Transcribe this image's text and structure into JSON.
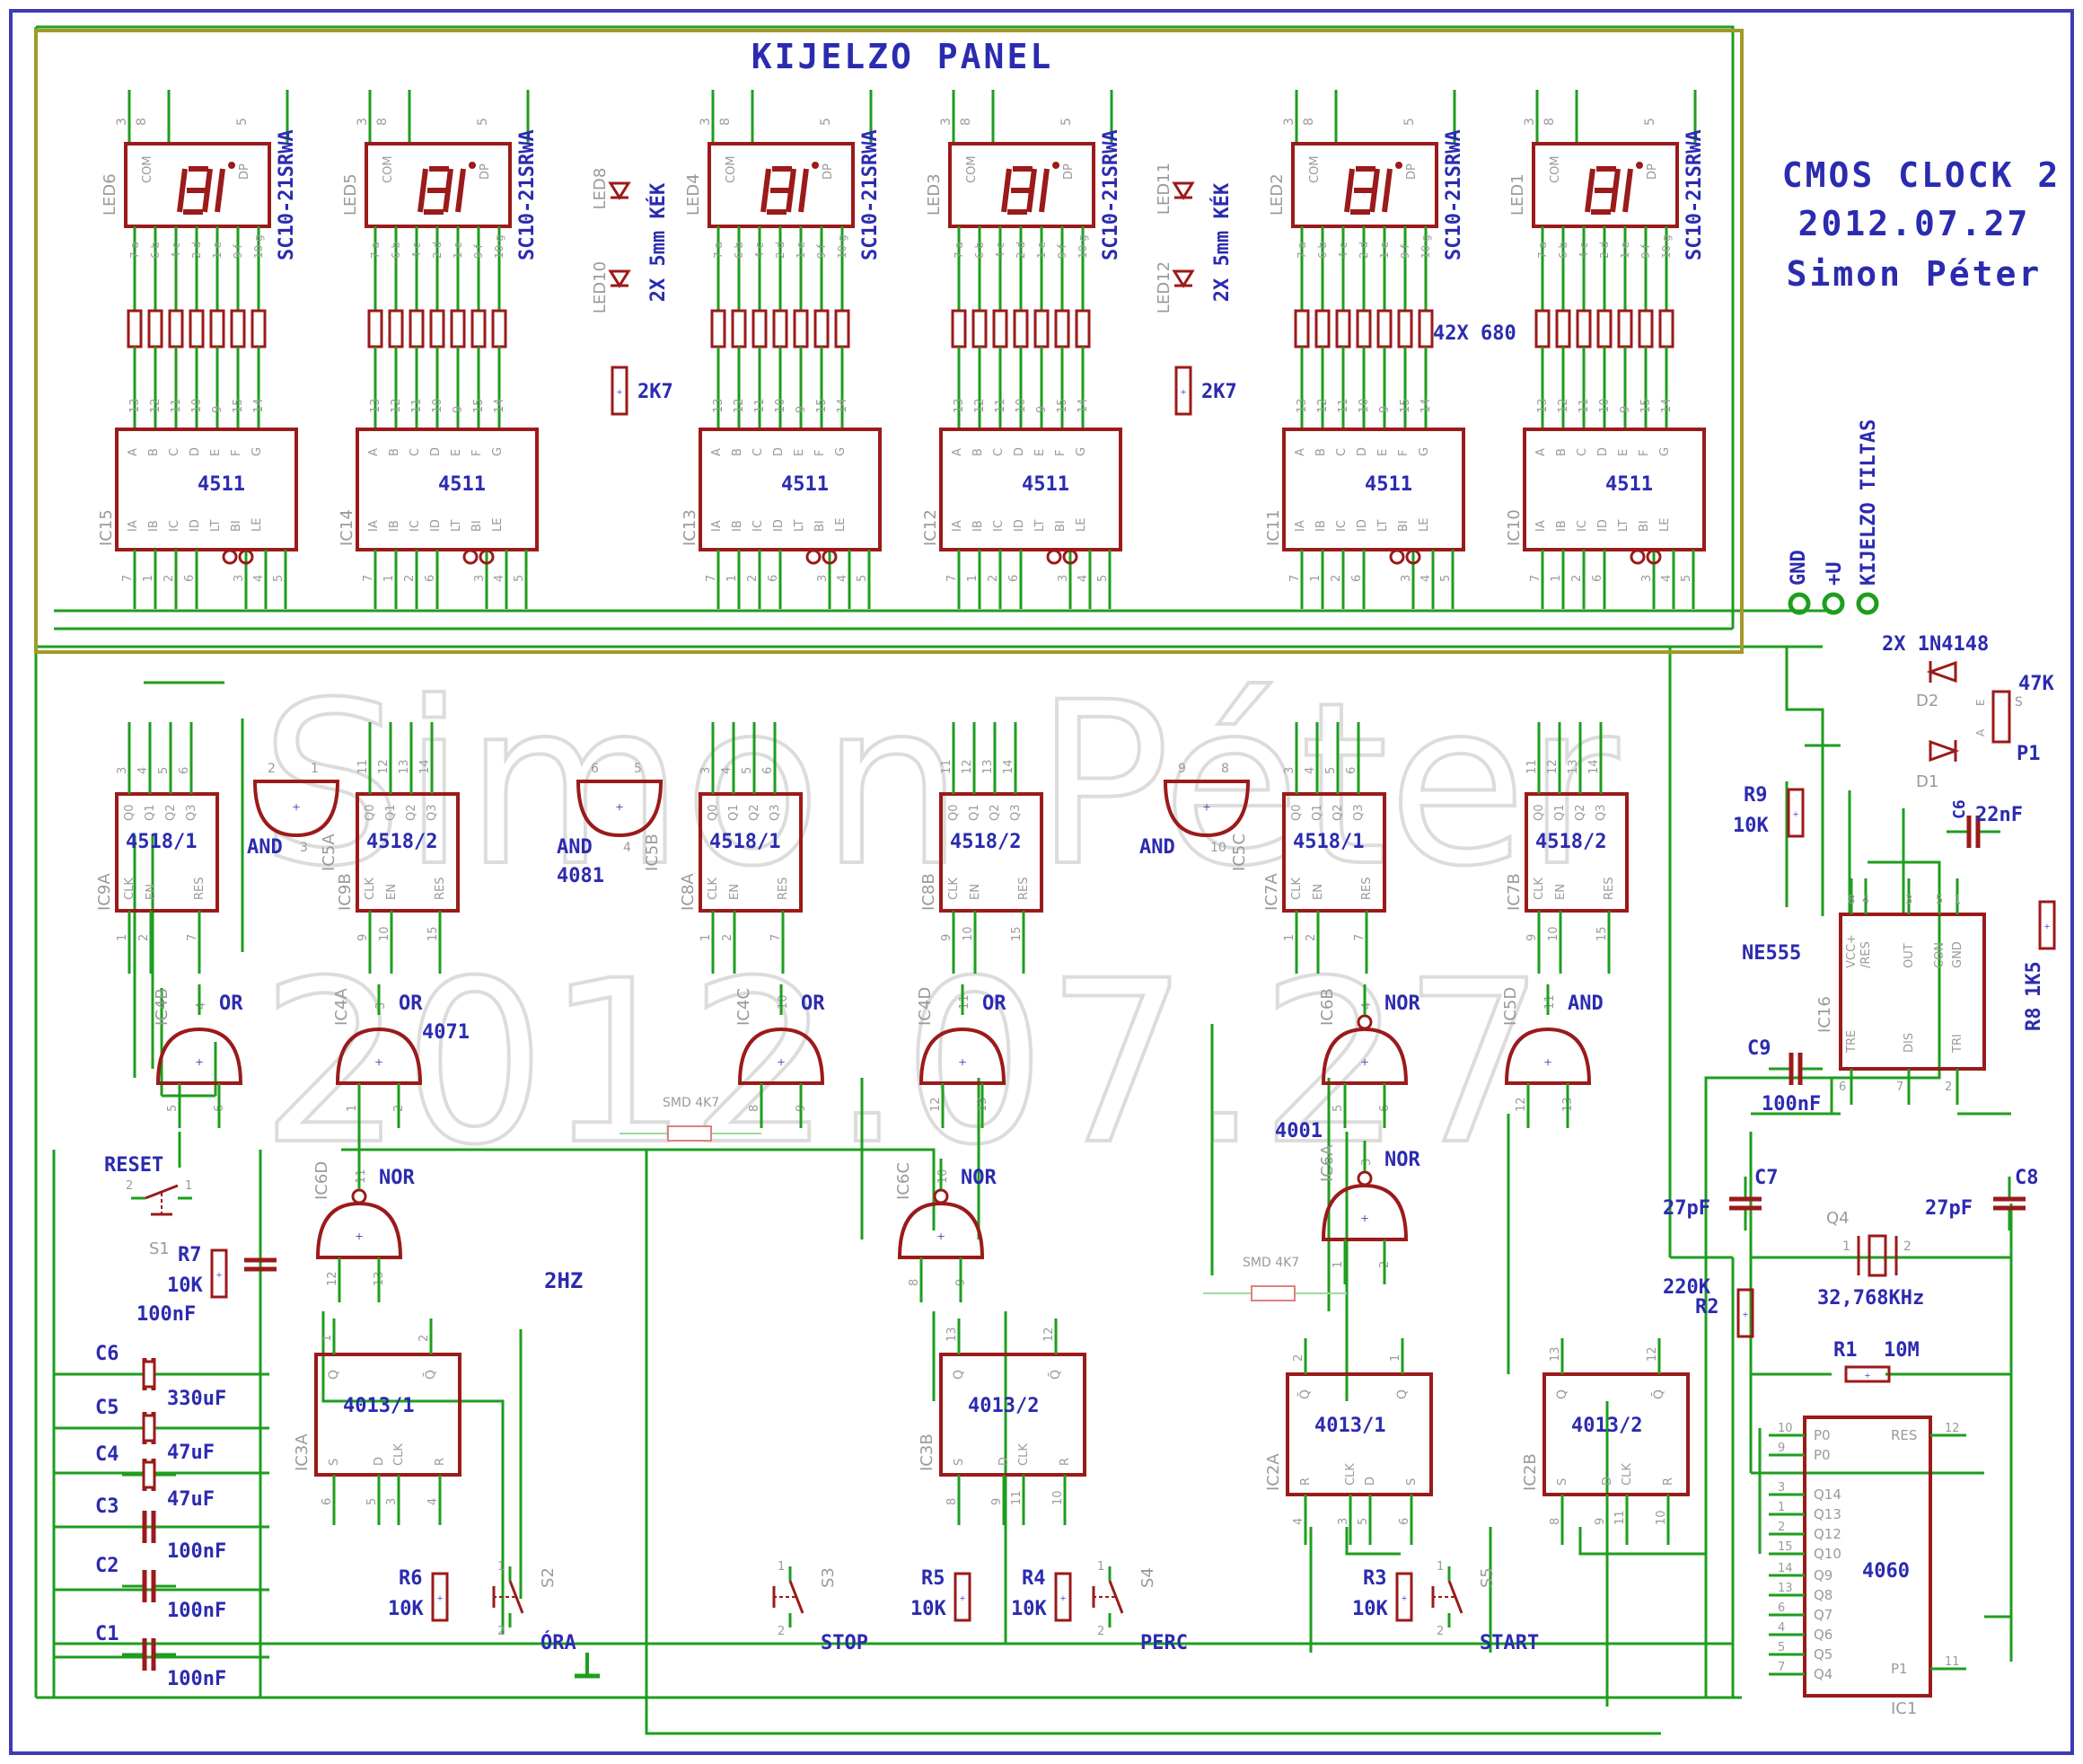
{
  "panel": {
    "title": "KIJELZO PANEL"
  },
  "title_block": {
    "line1": "CMOS CLOCK 2",
    "line2": "2012.07.27",
    "line3": "Simon Péter"
  },
  "watermark": {
    "line1": "Simon Péter",
    "line2": "2012.07.27"
  },
  "colors": {
    "wire": "#1e9e1e",
    "part": "#9b1a1a",
    "label": "#2b2bb0",
    "panel_border": "#a09a28",
    "frame": "#3c3cb4"
  },
  "display": {
    "part_number": "SC10-21SRWA",
    "pin_header": [
      "3",
      "8",
      "5"
    ],
    "pin_header_names": [
      "COM",
      "DP"
    ],
    "pin_bottom": [
      "7 a",
      "6 b",
      "4 c",
      "2 d",
      "1 e",
      "9 f",
      "10 g"
    ],
    "refs": [
      "LED6",
      "LED5",
      "LED4",
      "LED3",
      "LED2",
      "LED1"
    ]
  },
  "decoder": {
    "type": "4511",
    "refs": [
      "IC15",
      "IC14",
      "IC13",
      "IC12",
      "IC11",
      "IC10"
    ],
    "top_pins": [
      "13",
      "12",
      "11",
      "10",
      "9",
      "15",
      "14"
    ],
    "top_names": [
      "A",
      "B",
      "C",
      "D",
      "E",
      "F",
      "G"
    ],
    "bottom_names": [
      "IA",
      "IB",
      "IC",
      "ID",
      "LT",
      "BI",
      "LE"
    ],
    "bottom_pins": [
      "7",
      "1",
      "2",
      "6",
      "3",
      "4",
      "5"
    ]
  },
  "resistor_arrays": {
    "label": "42X 680"
  },
  "leds": {
    "left": {
      "top": "LED8",
      "bottom": "LED10",
      "resistor": "2K7"
    },
    "right": {
      "top": "LED11",
      "bottom": "LED12",
      "resistor": "2K7"
    },
    "label": "2X 5mm KÉK"
  },
  "connector": [
    "GND",
    "+U",
    "KIJELZO TILTAS"
  ],
  "counters": [
    {
      "ref": "IC9A",
      "name": "4518/1",
      "top": [
        "3",
        "4",
        "5",
        "6"
      ],
      "bottom": [
        "1",
        "2",
        "7"
      ]
    },
    {
      "ref": "IC9B",
      "name": "4518/2",
      "top": [
        "11",
        "12",
        "13",
        "14"
      ],
      "bottom": [
        "9",
        "10",
        "15"
      ]
    },
    {
      "ref": "IC8A",
      "name": "4518/1",
      "top": [
        "3",
        "4",
        "5",
        "6"
      ],
      "bottom": [
        "1",
        "2",
        "7"
      ]
    },
    {
      "ref": "IC8B",
      "name": "4518/2",
      "top": [
        "11",
        "12",
        "13",
        "14"
      ],
      "bottom": [
        "9",
        "10",
        "15"
      ]
    },
    {
      "ref": "IC7A",
      "name": "4518/1",
      "top": [
        "3",
        "4",
        "5",
        "6"
      ],
      "bottom": [
        "1",
        "2",
        "7"
      ]
    },
    {
      "ref": "IC7B",
      "name": "4518/2",
      "top": [
        "11",
        "12",
        "13",
        "14"
      ],
      "bottom": [
        "9",
        "10",
        "15"
      ]
    }
  ],
  "counter_pin_names": {
    "top": [
      "Q0",
      "Q1",
      "Q2",
      "Q3"
    ],
    "bottom": [
      "CLK",
      "EN",
      "RES"
    ]
  },
  "and_gates": [
    {
      "ref": "IC5A",
      "label": "AND",
      "pins": [
        "2",
        "1",
        "3"
      ]
    },
    {
      "ref": "IC5B",
      "label": "AND",
      "pins": [
        "6",
        "5",
        "4"
      ],
      "part": "4081"
    },
    {
      "ref": "IC5C",
      "label": "AND",
      "pins": [
        "9",
        "8",
        "10"
      ]
    }
  ],
  "or_gates": [
    {
      "ref": "IC4B",
      "label": "OR",
      "pins": [
        "4",
        "5",
        "6"
      ]
    },
    {
      "ref": "IC4A",
      "label": "OR",
      "pins": [
        "3",
        "1",
        "2"
      ],
      "part": "4071"
    },
    {
      "ref": "IC4C",
      "label": "OR",
      "pins": [
        "10",
        "8",
        "9"
      ]
    },
    {
      "ref": "IC4D",
      "label": "OR",
      "pins": [
        "11",
        "12",
        "13"
      ]
    },
    {
      "ref": "IC6B",
      "label": "NOR",
      "pins": [
        "4",
        "5",
        "6"
      ],
      "part": "4001"
    },
    {
      "ref": "IC5D",
      "label": "AND",
      "pins": [
        "11",
        "12",
        "13"
      ]
    },
    {
      "ref": "IC6D",
      "label": "NOR",
      "pins": [
        "11",
        "12",
        "13"
      ]
    },
    {
      "ref": "IC6C",
      "label": "NOR",
      "pins": [
        "10",
        "8",
        "9"
      ]
    },
    {
      "ref": "IC6A",
      "label": "NOR",
      "pins": [
        "3",
        "1",
        "2"
      ]
    }
  ],
  "smd": [
    "SMD 4K7",
    "SMD 4K7"
  ],
  "net_2hz": "2HZ",
  "flipflops": [
    {
      "ref": "IC3A",
      "name": "4013/1",
      "top": [
        "1",
        "2"
      ],
      "bottom": [
        "6",
        "5",
        "3",
        "4"
      ],
      "pins_top": [
        "Q",
        "Q̄"
      ],
      "pins_bottom": [
        "S",
        "D",
        "CLK",
        "R"
      ]
    },
    {
      "ref": "IC3B",
      "name": "4013/2",
      "top": [
        "13",
        "12"
      ],
      "bottom": [
        "8",
        "9",
        "11",
        "10"
      ],
      "pins_top": [
        "Q",
        "Q̄"
      ],
      "pins_bottom": [
        "S",
        "D",
        "CLK",
        "R"
      ]
    },
    {
      "ref": "IC2A",
      "name": "4013/1",
      "top": [
        "2",
        "1"
      ],
      "bottom": [
        "4",
        "3",
        "5",
        "6"
      ],
      "pins_top": [
        "Q̄",
        "Q"
      ],
      "pins_bottom": [
        "R",
        "CLK",
        "D",
        "S"
      ]
    },
    {
      "ref": "IC2B",
      "name": "4013/2",
      "top": [
        "13",
        "12"
      ],
      "bottom": [
        "8",
        "9",
        "11",
        "10"
      ],
      "pins_top": [
        "Q",
        "Q̄"
      ],
      "pins_bottom": [
        "S",
        "D",
        "CLK",
        "R"
      ]
    }
  ],
  "switches": [
    {
      "ref": "S1",
      "label": "RESET",
      "pins": [
        "2",
        "1"
      ]
    },
    {
      "ref": "S2",
      "label": "ÓRA",
      "pins": [
        "1",
        "2"
      ]
    },
    {
      "ref": "S3",
      "label": "STOP",
      "pins": [
        "1",
        "2"
      ]
    },
    {
      "ref": "S4",
      "label": "PERC",
      "pins": [
        "1",
        "2"
      ]
    },
    {
      "ref": "S5",
      "label": "START",
      "pins": [
        "1",
        "2"
      ]
    }
  ],
  "resistors": [
    {
      "ref": "R7",
      "value": "10K"
    },
    {
      "ref": "R6",
      "value": "10K"
    },
    {
      "ref": "R5",
      "value": "10K"
    },
    {
      "ref": "R4",
      "value": "10K"
    },
    {
      "ref": "R3",
      "value": "10K"
    },
    {
      "ref": "R9",
      "value": "10K"
    },
    {
      "ref": "R8",
      "value": "1K5"
    },
    {
      "ref": "R2",
      "value": "220K"
    },
    {
      "ref": "R1",
      "value": "10M"
    },
    {
      "ref": "P1",
      "value": "47K"
    }
  ],
  "r7_cap": "100nF",
  "capacitors": [
    {
      "ref": "C6",
      "value": "330uF"
    },
    {
      "ref": "C5",
      "value": "47uF"
    },
    {
      "ref": "C4",
      "value": "47uF"
    },
    {
      "ref": "C3",
      "value": "100nF"
    },
    {
      "ref": "C2",
      "value": "100nF"
    },
    {
      "ref": "C1",
      "value": "100nF"
    }
  ],
  "ne555": {
    "ref": "IC16",
    "name": "NE555",
    "top_pins": [
      "8",
      "4",
      "3",
      "5",
      "1"
    ],
    "top_names": [
      "VCC+",
      "/RES",
      "OUT",
      "CON",
      "GND"
    ],
    "bottom_names": [
      "TRE",
      "DIS",
      "TRI"
    ],
    "bottom_pins": [
      "6",
      "7",
      "2"
    ]
  },
  "timer_parts": {
    "c6": {
      "ref": "C6",
      "value": "22nF"
    },
    "c9": {
      "ref": "C9",
      "value": "100nF"
    },
    "c7": {
      "ref": "C7",
      "value": "27pF"
    },
    "c8": {
      "ref": "C8",
      "value": "27pF"
    },
    "xtal": {
      "ref": "Q4",
      "value": "32,768KHz",
      "pins": [
        "1",
        "2"
      ]
    },
    "diodes": {
      "label": "2X 1N4148",
      "d1": "D1",
      "d2": "D2"
    },
    "pot_pins": [
      "A",
      "E",
      "S"
    ]
  },
  "ic4060": {
    "ref": "IC1",
    "name": "4060",
    "left_pins": [
      "10",
      "9",
      "3",
      "1",
      "2",
      "15",
      "14",
      "13",
      "6",
      "4",
      "5",
      "7"
    ],
    "left_names": [
      "P0",
      "P0",
      "Q14",
      "Q13",
      "Q12",
      "Q10",
      "Q9",
      "Q8",
      "Q7",
      "Q6",
      "Q5",
      "Q4"
    ],
    "right_pins": [
      "12",
      "11"
    ],
    "right_names": [
      "RES",
      "P1"
    ]
  }
}
